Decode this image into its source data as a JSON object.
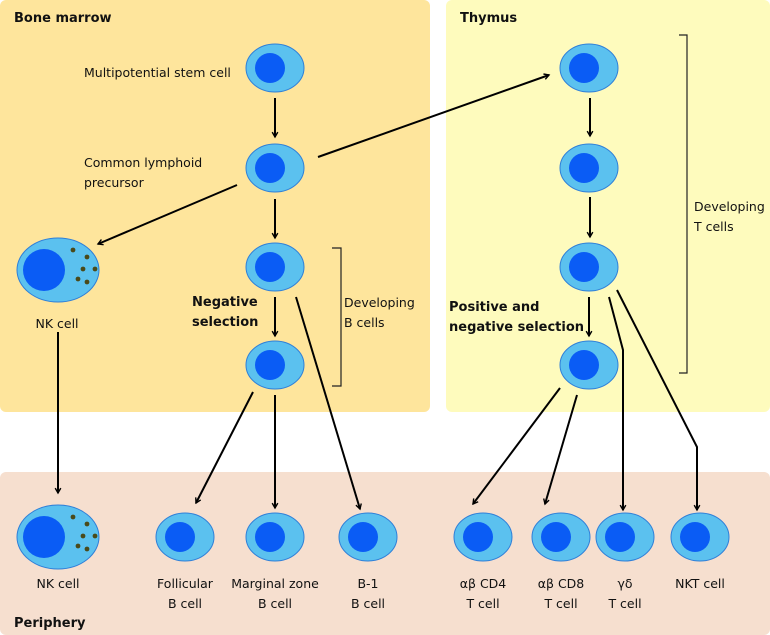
{
  "regions": {
    "bone_marrow": "Bone marrow",
    "thymus": "Thymus",
    "periphery": "Periphery"
  },
  "labels": {
    "stem_cell": "Multipotential stem cell",
    "clp_line1": "Common lymphoid",
    "clp_line2": "precursor",
    "nk_bm": "NK cell",
    "neg_sel_line1": "Negative",
    "neg_sel_line2": "selection",
    "dev_b_line1": "Developing",
    "dev_b_line2": "B cells",
    "dev_t_line1": "Developing",
    "dev_t_line2": "T cells",
    "posneg_line1": "Positive and",
    "posneg_line2": "negative selection"
  },
  "periphery_cells": [
    {
      "line1": "NK cell",
      "line2": ""
    },
    {
      "line1": "Follicular",
      "line2": "B cell"
    },
    {
      "line1": "Marginal zone",
      "line2": "B cell"
    },
    {
      "line1": "B-1",
      "line2": "B cell"
    },
    {
      "line1": "αβ CD4",
      "line2": "T cell"
    },
    {
      "line1": "αβ CD8",
      "line2": "T cell"
    },
    {
      "line1": "γδ",
      "line2": "T cell"
    },
    {
      "line1": "NKT cell",
      "line2": ""
    }
  ],
  "colors": {
    "bone_marrow_bg": "#fee59c",
    "thymus_bg": "#fefbbd",
    "periphery_bg": "#f6dfcf",
    "cytoplasm": "#5bc1ef",
    "nucleus": "#0a5cf5",
    "cell_outline": "#2f7fd8",
    "granule": "#4a4a1a"
  }
}
